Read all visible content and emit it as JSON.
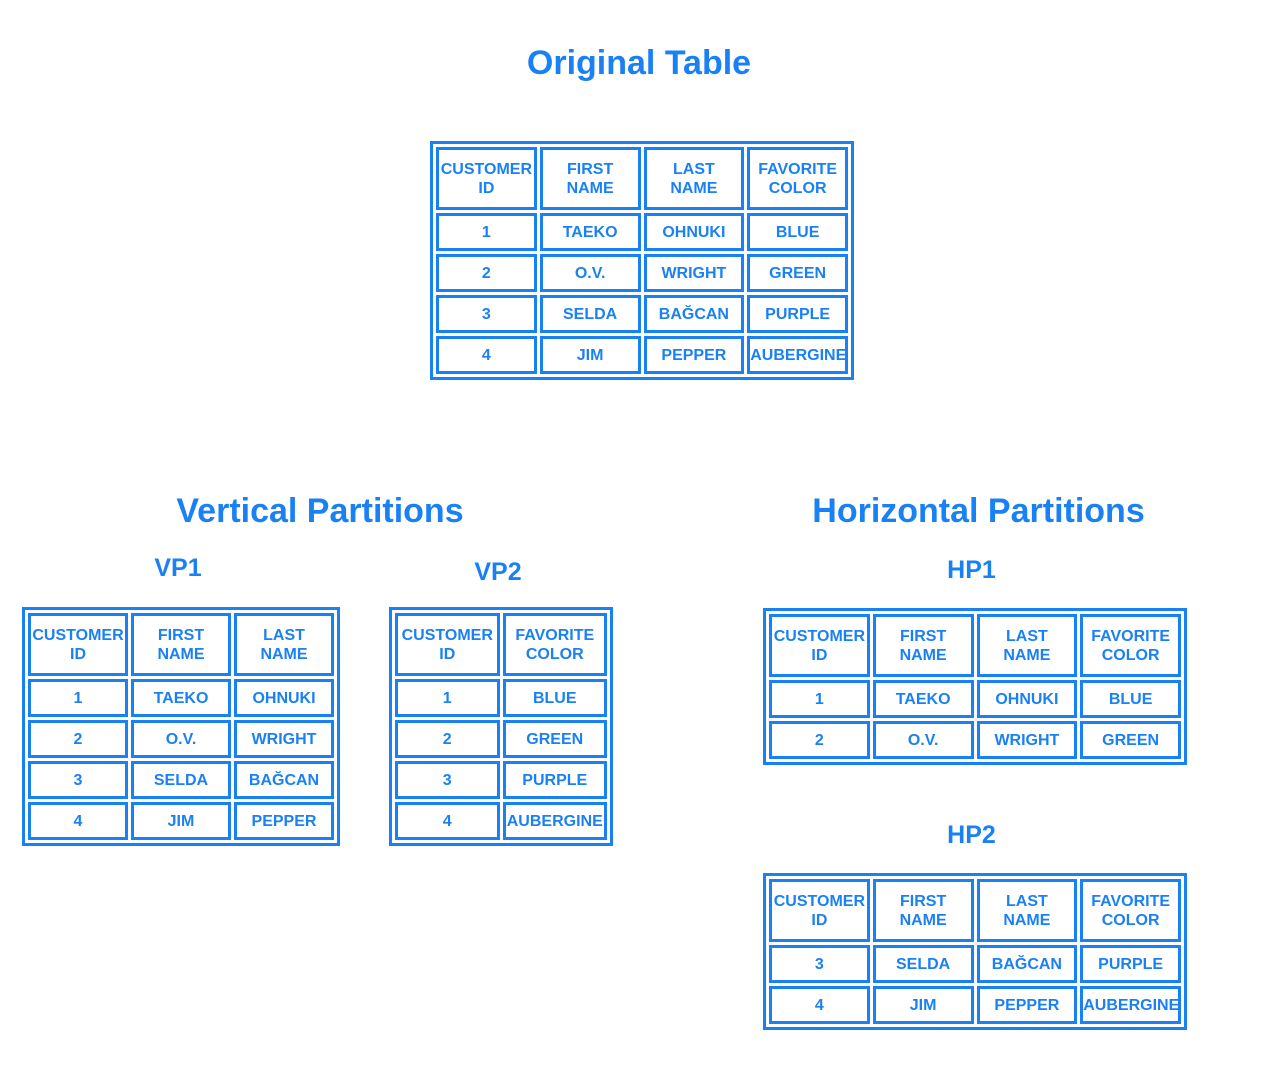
{
  "palette": {
    "accent": "#1a81f5",
    "background": "#ffffff"
  },
  "sections": {
    "original": {
      "title": "Original Table"
    },
    "vertical": {
      "title": "Vertical Partitions",
      "vp1_label": "VP1",
      "vp2_label": "VP2"
    },
    "horizontal": {
      "title": "Horizontal Partitions",
      "hp1_label": "HP1",
      "hp2_label": "HP2"
    }
  },
  "tables": {
    "original": {
      "headers": [
        [
          "CUSTOMER",
          "ID"
        ],
        [
          "FIRST",
          "NAME"
        ],
        [
          "LAST",
          "NAME"
        ],
        [
          "FAVORITE",
          "COLOR"
        ]
      ],
      "rows": [
        [
          "1",
          "TAEKO",
          "OHNUKI",
          "BLUE"
        ],
        [
          "2",
          "O.V.",
          "WRIGHT",
          "GREEN"
        ],
        [
          "3",
          "SELDA",
          "BAĞCAN",
          "PURPLE"
        ],
        [
          "4",
          "JIM",
          "PEPPER",
          "AUBERGINE"
        ]
      ]
    },
    "vp1": {
      "headers": [
        [
          "CUSTOMER",
          "ID"
        ],
        [
          "FIRST",
          "NAME"
        ],
        [
          "LAST",
          "NAME"
        ]
      ],
      "rows": [
        [
          "1",
          "TAEKO",
          "OHNUKI"
        ],
        [
          "2",
          "O.V.",
          "WRIGHT"
        ],
        [
          "3",
          "SELDA",
          "BAĞCAN"
        ],
        [
          "4",
          "JIM",
          "PEPPER"
        ]
      ]
    },
    "vp2": {
      "headers": [
        [
          "CUSTOMER",
          "ID"
        ],
        [
          "FAVORITE",
          "COLOR"
        ]
      ],
      "rows": [
        [
          "1",
          "BLUE"
        ],
        [
          "2",
          "GREEN"
        ],
        [
          "3",
          "PURPLE"
        ],
        [
          "4",
          "AUBERGINE"
        ]
      ]
    },
    "hp1": {
      "headers": [
        [
          "CUSTOMER",
          "ID"
        ],
        [
          "FIRST",
          "NAME"
        ],
        [
          "LAST",
          "NAME"
        ],
        [
          "FAVORITE",
          "COLOR"
        ]
      ],
      "rows": [
        [
          "1",
          "TAEKO",
          "OHNUKI",
          "BLUE"
        ],
        [
          "2",
          "O.V.",
          "WRIGHT",
          "GREEN"
        ]
      ]
    },
    "hp2": {
      "headers": [
        [
          "CUSTOMER",
          "ID"
        ],
        [
          "FIRST",
          "NAME"
        ],
        [
          "LAST",
          "NAME"
        ],
        [
          "FAVORITE",
          "COLOR"
        ]
      ],
      "rows": [
        [
          "3",
          "SELDA",
          "BAĞCAN",
          "PURPLE"
        ],
        [
          "4",
          "JIM",
          "PEPPER",
          "AUBERGINE"
        ]
      ]
    }
  }
}
